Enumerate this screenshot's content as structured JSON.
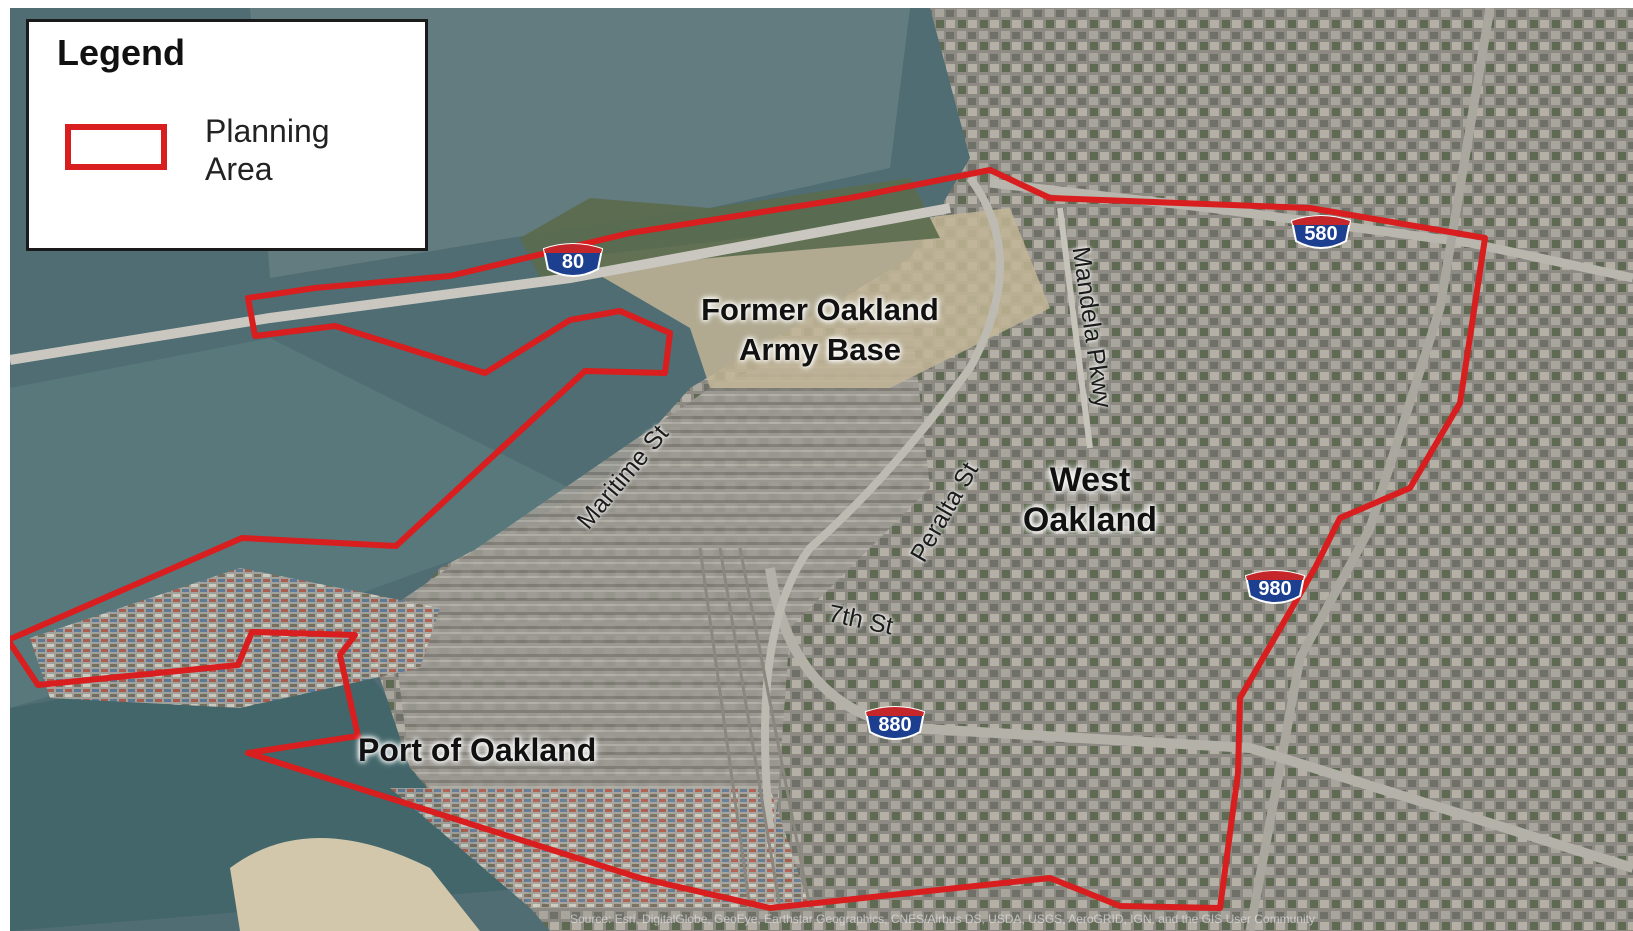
{
  "legend": {
    "title": "Legend",
    "item_label_line1": "Planning",
    "item_label_line2": "Area",
    "swatch_color": "#d81e1e"
  },
  "places": {
    "army_base_line1": "Former Oakland",
    "army_base_line2": "Army Base",
    "west_oakland_line1": "West",
    "west_oakland_line2": "Oakland",
    "port": "Port of Oakland"
  },
  "streets": {
    "mandela": "Mandela Pkwy",
    "maritime": "Maritime St",
    "peralta": "Peralta St",
    "seventh": "7th St"
  },
  "shields": {
    "i80": "80",
    "i580": "580",
    "i980": "980",
    "i880": "880"
  },
  "attribution": "Source: Esri, DigitalGlobe, GeoEye, Earthstar Geographics, CNES/Airbus DS, USDA, USGS, AeroGRID, IGN, and the GIS User Community",
  "colors": {
    "water": "#4f6d72",
    "urban": "#8f8d86",
    "boundary": "#d81e1e",
    "shield_blue": "#1c3f8f",
    "shield_red": "#c4262a"
  }
}
